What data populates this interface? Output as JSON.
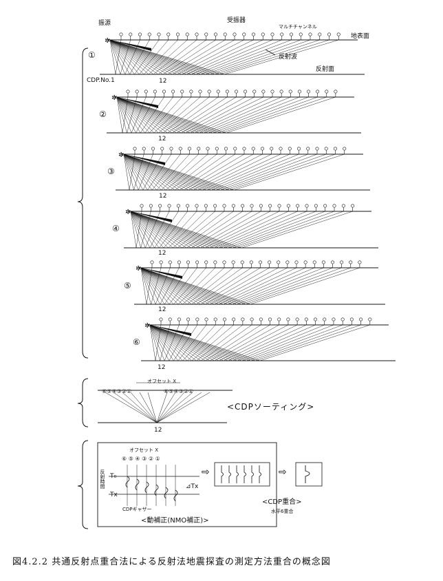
{
  "header": {
    "source_label": "振源",
    "receiver_label": "受振器",
    "multichannel_label": "マルチチャンネル",
    "surface_label": "地表面",
    "reflected_wave_label": "反射波",
    "reflector_label": "反射面",
    "cdp_no_label": "CDP.No.1",
    "cdp12_label": "12"
  },
  "shot_steps": [
    {
      "number": "①",
      "cdp": "12"
    },
    {
      "number": "②",
      "cdp": "12"
    },
    {
      "number": "③",
      "cdp": "12"
    },
    {
      "number": "④",
      "cdp": "12"
    },
    {
      "number": "⑤",
      "cdp": "12"
    },
    {
      "number": "⑥",
      "cdp": "12"
    }
  ],
  "sorting": {
    "offset_label": "オフセット X",
    "left_numbers": [
      "⑥",
      "⑤",
      "④",
      "③",
      "②",
      "①"
    ],
    "right_numbers": [
      "⑥",
      "⑤",
      "④",
      "③",
      "②",
      "①"
    ],
    "cdp_label": "12",
    "title": "<CDPソーティング>"
  },
  "nmo": {
    "offset_label": "オフセット X",
    "trace_numbers": [
      "⑥",
      "⑤",
      "④",
      "③",
      "②",
      "①"
    ],
    "t0_label": "T₀",
    "tx_label": "Tx",
    "delta_label": "⊿Tx",
    "time_axis_label": "反射時間",
    "gather_label": "CDPギャザー",
    "title": "<動補正(NMO補正)>",
    "stack_title": "<CDP重合>",
    "stack_note": "水平6重合"
  },
  "caption": "図4.2.2 共通反射点重合法による反射法地震探査の測定方法重合の概念図"
}
